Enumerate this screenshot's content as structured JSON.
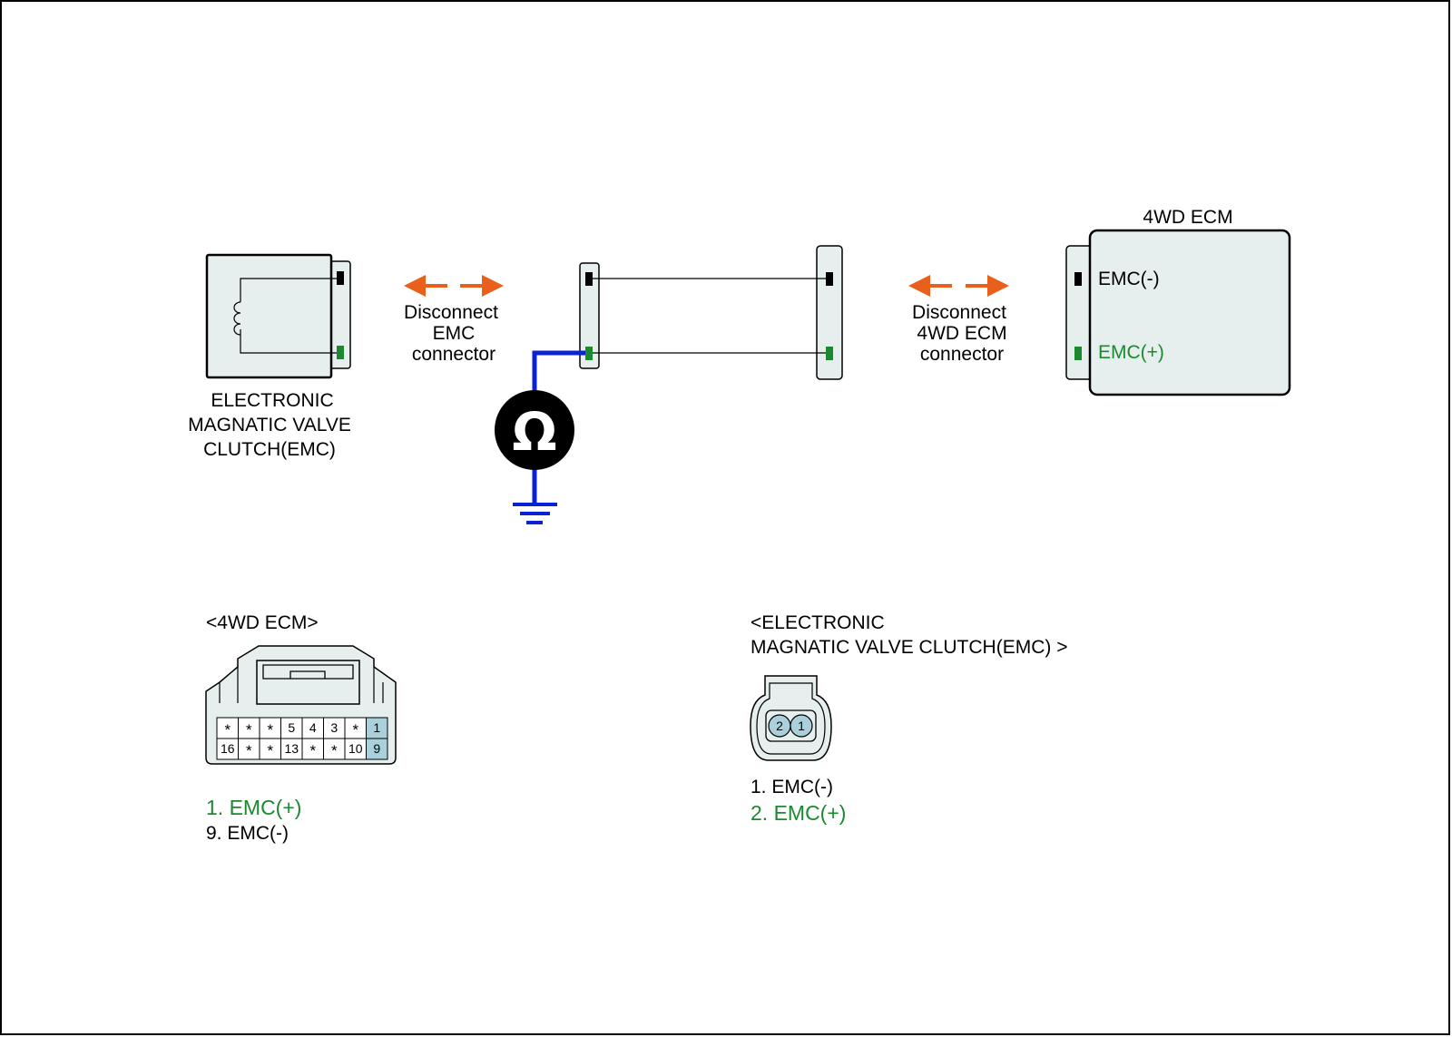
{
  "emc_component": {
    "label_lines": [
      "ELECTRONIC",
      "MAGNATIC VALVE",
      "CLUTCH(EMC)"
    ]
  },
  "disconnect_emc": {
    "lines": [
      "Disconnect",
      "EMC",
      "connector"
    ]
  },
  "disconnect_ecm": {
    "lines": [
      "Disconnect",
      "4WD ECM",
      "connector"
    ]
  },
  "ecm_box": {
    "title": "4WD ECM",
    "pin_minus": "EMC(-)",
    "pin_plus": "EMC(+)"
  },
  "ohmmeter": {
    "symbol": "Ω",
    "icon": "ohmmeter-icon"
  },
  "ground": {
    "icon": "ground-symbol-icon"
  },
  "ecm_connector": {
    "title": "<4WD ECM>",
    "top_row": [
      "*",
      "*",
      "*",
      "5",
      "4",
      "3",
      "*",
      "1"
    ],
    "bottom_row": [
      "16",
      "*",
      "*",
      "13",
      "*",
      "*",
      "10",
      "9"
    ],
    "highlighted_pins": [
      "1",
      "9"
    ],
    "legend": [
      {
        "text": "1. EMC(+)",
        "color": "#1b8a2f"
      },
      {
        "text": "9. EMC(-)",
        "color": "#000000"
      }
    ]
  },
  "emc_connector": {
    "title_lines": [
      "<ELECTRONIC",
      "MAGNATIC VALVE CLUTCH(EMC) >"
    ],
    "pins": [
      "2",
      "1"
    ],
    "legend": [
      {
        "text": "1. EMC(-)",
        "color": "#000000"
      },
      {
        "text": "2. EMC(+)",
        "color": "#1b8a2f"
      }
    ]
  },
  "colors": {
    "arrow": "#e8601c",
    "wire_meter": "#0a22d6",
    "positive_pin": "#1b8a2f",
    "negative_pin": "#000000",
    "body_fill": "#e6eeee",
    "pin_highlight": "#a9d0db"
  }
}
